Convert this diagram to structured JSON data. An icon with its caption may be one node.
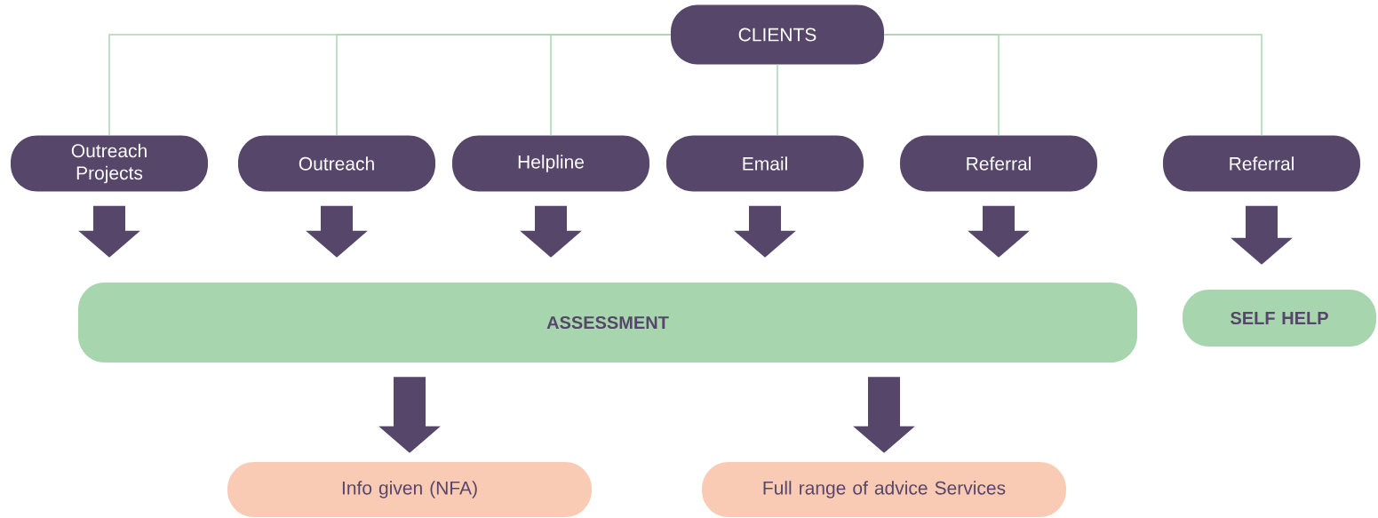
{
  "diagram": {
    "nodes": [
      {
        "text": [
          "CLIENTS"
        ]
      },
      {
        "text": [
          "Outreach Projects"
        ]
      },
      {
        "text": [
          "Outreach"
        ]
      },
      {
        "text": [
          "Helpline"
        ]
      },
      {
        "text": [
          "Email"
        ]
      },
      {
        "text": [
          "Referral"
        ]
      },
      {
        "text": [
          "Referral"
        ]
      },
      {
        "text": [
          "ASSESSMENT"
        ]
      },
      {
        "text": [
          "SELF HELP"
        ]
      },
      {
        "text": [
          "Info given (NFA)"
        ]
      },
      {
        "text": [
          "Full range of advice Services"
        ]
      }
    ],
    "edges": [
      {
        "from": 0,
        "to": 1,
        "arrow": "none",
        "color": "#a8d8b0"
      },
      {
        "from": 0,
        "to": 2,
        "arrow": "none",
        "color": "#a8d8b0"
      },
      {
        "from": 0,
        "to": 3,
        "arrow": "none",
        "color": "#a8d8b0"
      },
      {
        "from": 0,
        "to": 4,
        "arrow": "none",
        "color": "#a8d8b0"
      },
      {
        "from": 0,
        "to": 5,
        "arrow": "none",
        "color": "#a8d8b0"
      },
      {
        "from": 0,
        "to": 6,
        "arrow": "none",
        "color": "#a8d8b0"
      },
      {
        "from": 1,
        "to": 7,
        "arrow": "to"
      },
      {
        "from": 2,
        "to": 7,
        "arrow": "to"
      },
      {
        "from": 3,
        "to": 7,
        "arrow": "to"
      },
      {
        "from": 4,
        "to": 7,
        "arrow": "to"
      },
      {
        "from": 5,
        "to": 7,
        "arrow": "to"
      },
      {
        "from": 6,
        "to": 8,
        "arrow": "to"
      },
      {
        "from": 7,
        "to": 9,
        "arrow": "to"
      },
      {
        "from": 7,
        "to": 10,
        "arrow": "to"
      }
    ]
  }
}
